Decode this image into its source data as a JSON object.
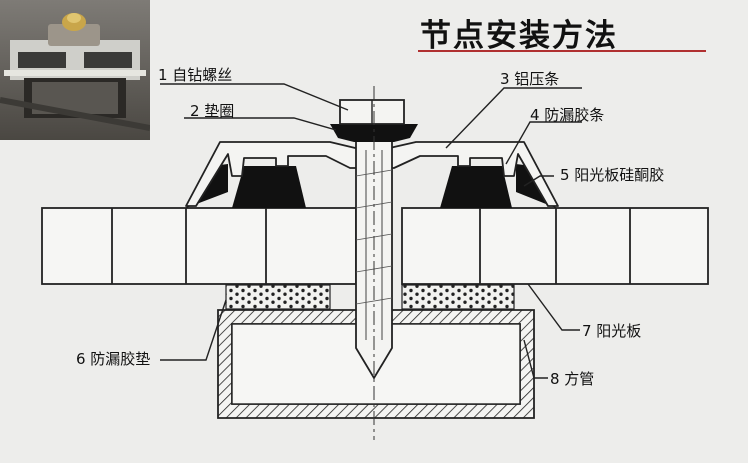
{
  "title": "节点安装方法",
  "labels": {
    "l1": "1 自钻螺丝",
    "l2": "2 垫圈",
    "l3": "3 铝压条",
    "l4": "4 防漏胶条",
    "l5": "5 阳光板硅酮胶",
    "l6": "6 防漏胶垫",
    "l7": "7 阳光板",
    "l8": "8 方管"
  },
  "colors": {
    "paper": "#ededeb",
    "ink": "#151515",
    "accent_rule": "#b03030"
  }
}
